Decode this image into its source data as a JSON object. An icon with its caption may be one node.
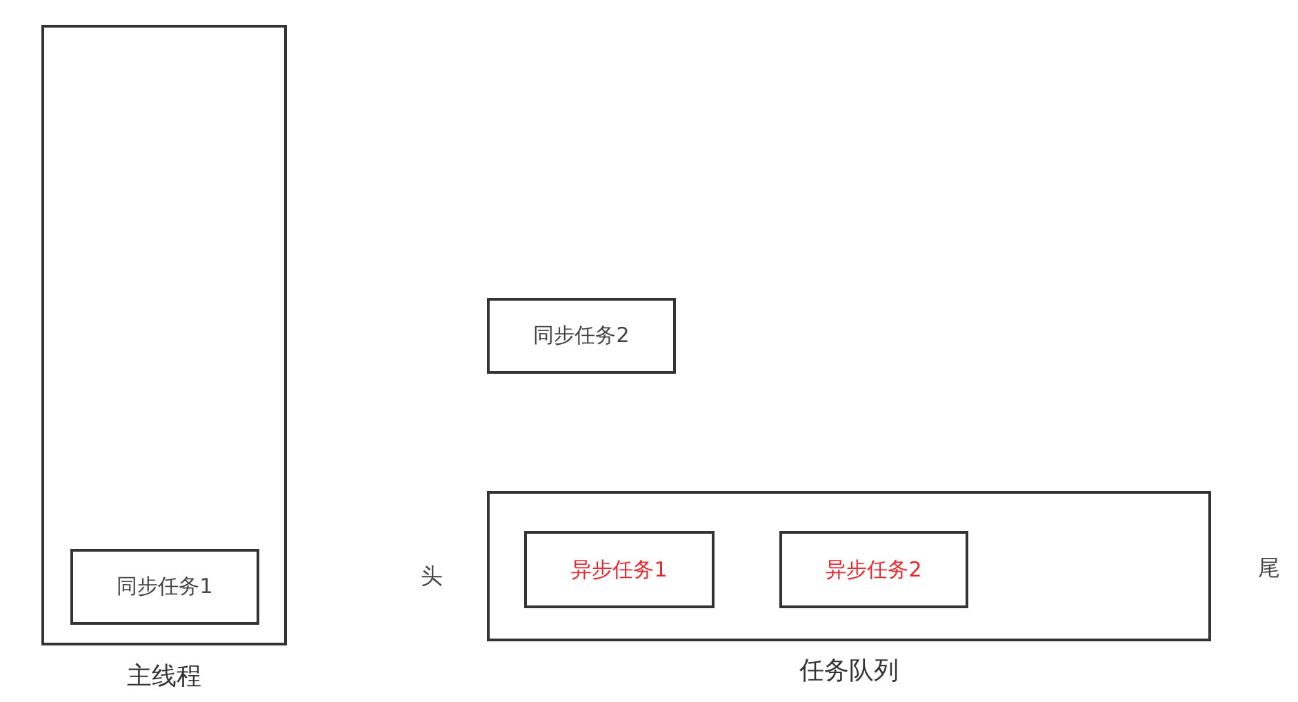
{
  "diagram": {
    "nodes": [
      {
        "text": [
          "主线程"
        ]
      },
      {
        "text": [
          "同步任务1"
        ],
        "in": 0
      },
      {
        "text": [
          "同步任务2"
        ]
      },
      {
        "text": [
          "任务队列"
        ],
        "beside": [
          "头",
          "尾"
        ]
      },
      {
        "text": [
          "异步任务1"
        ],
        "in": 3
      },
      {
        "text": [
          "异步任务2"
        ],
        "in": 3
      }
    ]
  }
}
